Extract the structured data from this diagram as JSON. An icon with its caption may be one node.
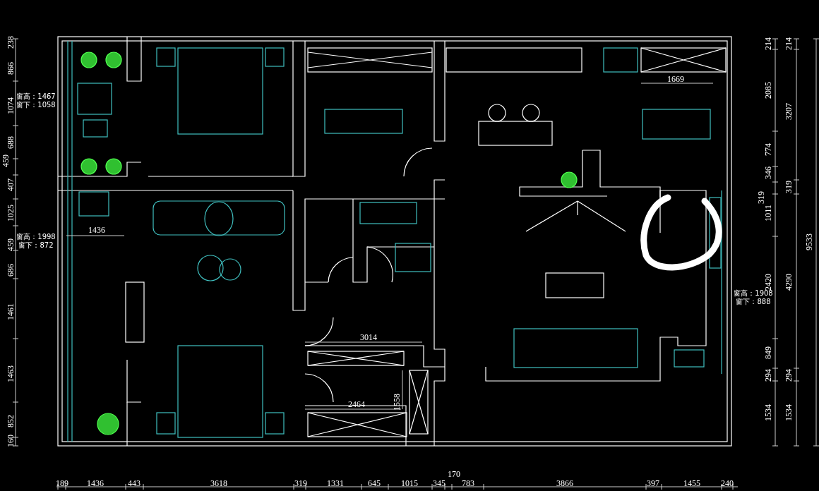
{
  "diagram": {
    "labels": [
      "238",
      "866",
      "1074",
      "688",
      "459",
      "407",
      "1025",
      "459",
      "686",
      "1461",
      "1463",
      "852",
      "160",
      "窗高：1467",
      "窗下：1058",
      "窗高：1998",
      "窗下：872",
      "1669",
      "1436",
      "3014",
      "2464",
      "1558",
      "窗高：1908",
      "窗下：888",
      "214",
      "2085",
      "774",
      "346",
      "319",
      "1011",
      "2420",
      "849",
      "294",
      "1534",
      "214",
      "3207",
      "319",
      "4290",
      "294",
      "1534",
      "9533",
      "189",
      "1436",
      "443",
      "3618",
      "319",
      "1331",
      "645",
      "1015",
      "345",
      "170",
      "783",
      "3866",
      "397",
      "1455",
      "240"
    ]
  }
}
